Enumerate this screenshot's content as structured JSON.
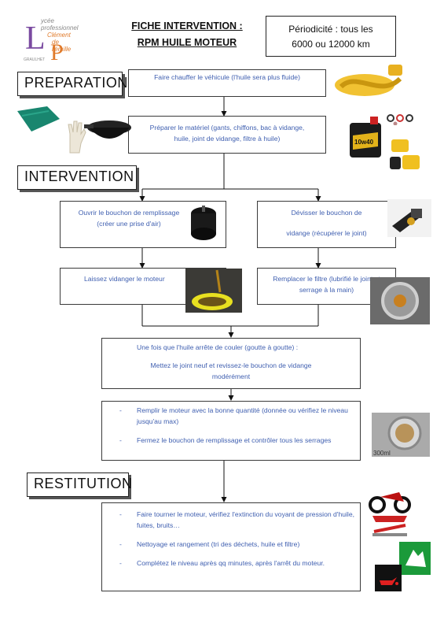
{
  "logo": {
    "lines": [
      "ycée",
      "professionnel",
      "Clément",
      "de",
      "l'émille"
    ],
    "letters": [
      "L",
      "P"
    ],
    "city": "GRAULHET",
    "colors": {
      "orange": "#e07a2a",
      "purple": "#7a4aa0",
      "gray": "#8a8a8a"
    }
  },
  "header": {
    "title_line1": "FICHE INTERVENTION :",
    "title_line2": "RPM HUILE MOTEUR",
    "period_line1": "Périodicité : tous les",
    "period_line2": "6000 ou 12000 km"
  },
  "sections": {
    "preparation": "PREPARATION",
    "intervention": "INTERVENTION",
    "restitution": "RESTITUTION"
  },
  "steps": {
    "heat": "Faire chauffer le véhicule (l'huile sera plus fluide)",
    "prepare_line1": "Préparer le matériel (gants, chiffons, bac à vidange,",
    "prepare_line2": "huile, joint de vidange, filtre à huile)",
    "open_line1": "Ouvrir le bouchon de remplissage",
    "open_line2": "(créer une prise d'air)",
    "unscrew_line1": "Dévisser le bouchon de",
    "unscrew_line2": "vidange (récupérer le joint)",
    "drain": "Laissez vidanger le moteur",
    "filter_line1": "Remplacer le filtre (lubrifié le joint et",
    "filter_line2": "serrage à la main)",
    "once_line1": "Une fois que l'huile arrête de couler (goutte à goutte) :",
    "once_line2": "Mettez le joint neuf et revissez-le bouchon de vidange",
    "once_line3": "modérément",
    "fill": [
      "Remplir le moteur avec la bonne quantité (donnée ou vérifiez le niveau jusqu'au max)",
      "Fermez le bouchon de remplissage et contrôler tous les serrages"
    ],
    "restitution": [
      "Faire tourner le moteur, vérifiez l'extinction du voyant de pression d'huile, fuites, bruits…",
      "Nettoyage et rangement (tri des déchets, huile et filtre)",
      "Complétez le niveau après qq minutes, après l'arrêt du moteur."
    ]
  },
  "photos": {
    "oil_pour": "oil-pour-photo",
    "cloth": "green-cloth-photo",
    "glove": "glove-photo",
    "drain_pan": "drain-pan-photo",
    "oil_can_label": "10w40",
    "oil_filters": "oil-filters-photo",
    "filler_cap": "filler-cap-photo",
    "drain_plug": "drain-plug-photo",
    "draining": "draining-photo",
    "engine_filter": "engine-filter-photo",
    "oil_window_label": "300ml",
    "motorbike_lift": "motorbike-lift-photo",
    "recycle_sign": "recycle-sign",
    "oil_warning": "oil-warning-light"
  },
  "colors": {
    "text_blue": "#3f5fb0",
    "border": "#3a3a3a",
    "oil_gold": "#e2b21a"
  }
}
